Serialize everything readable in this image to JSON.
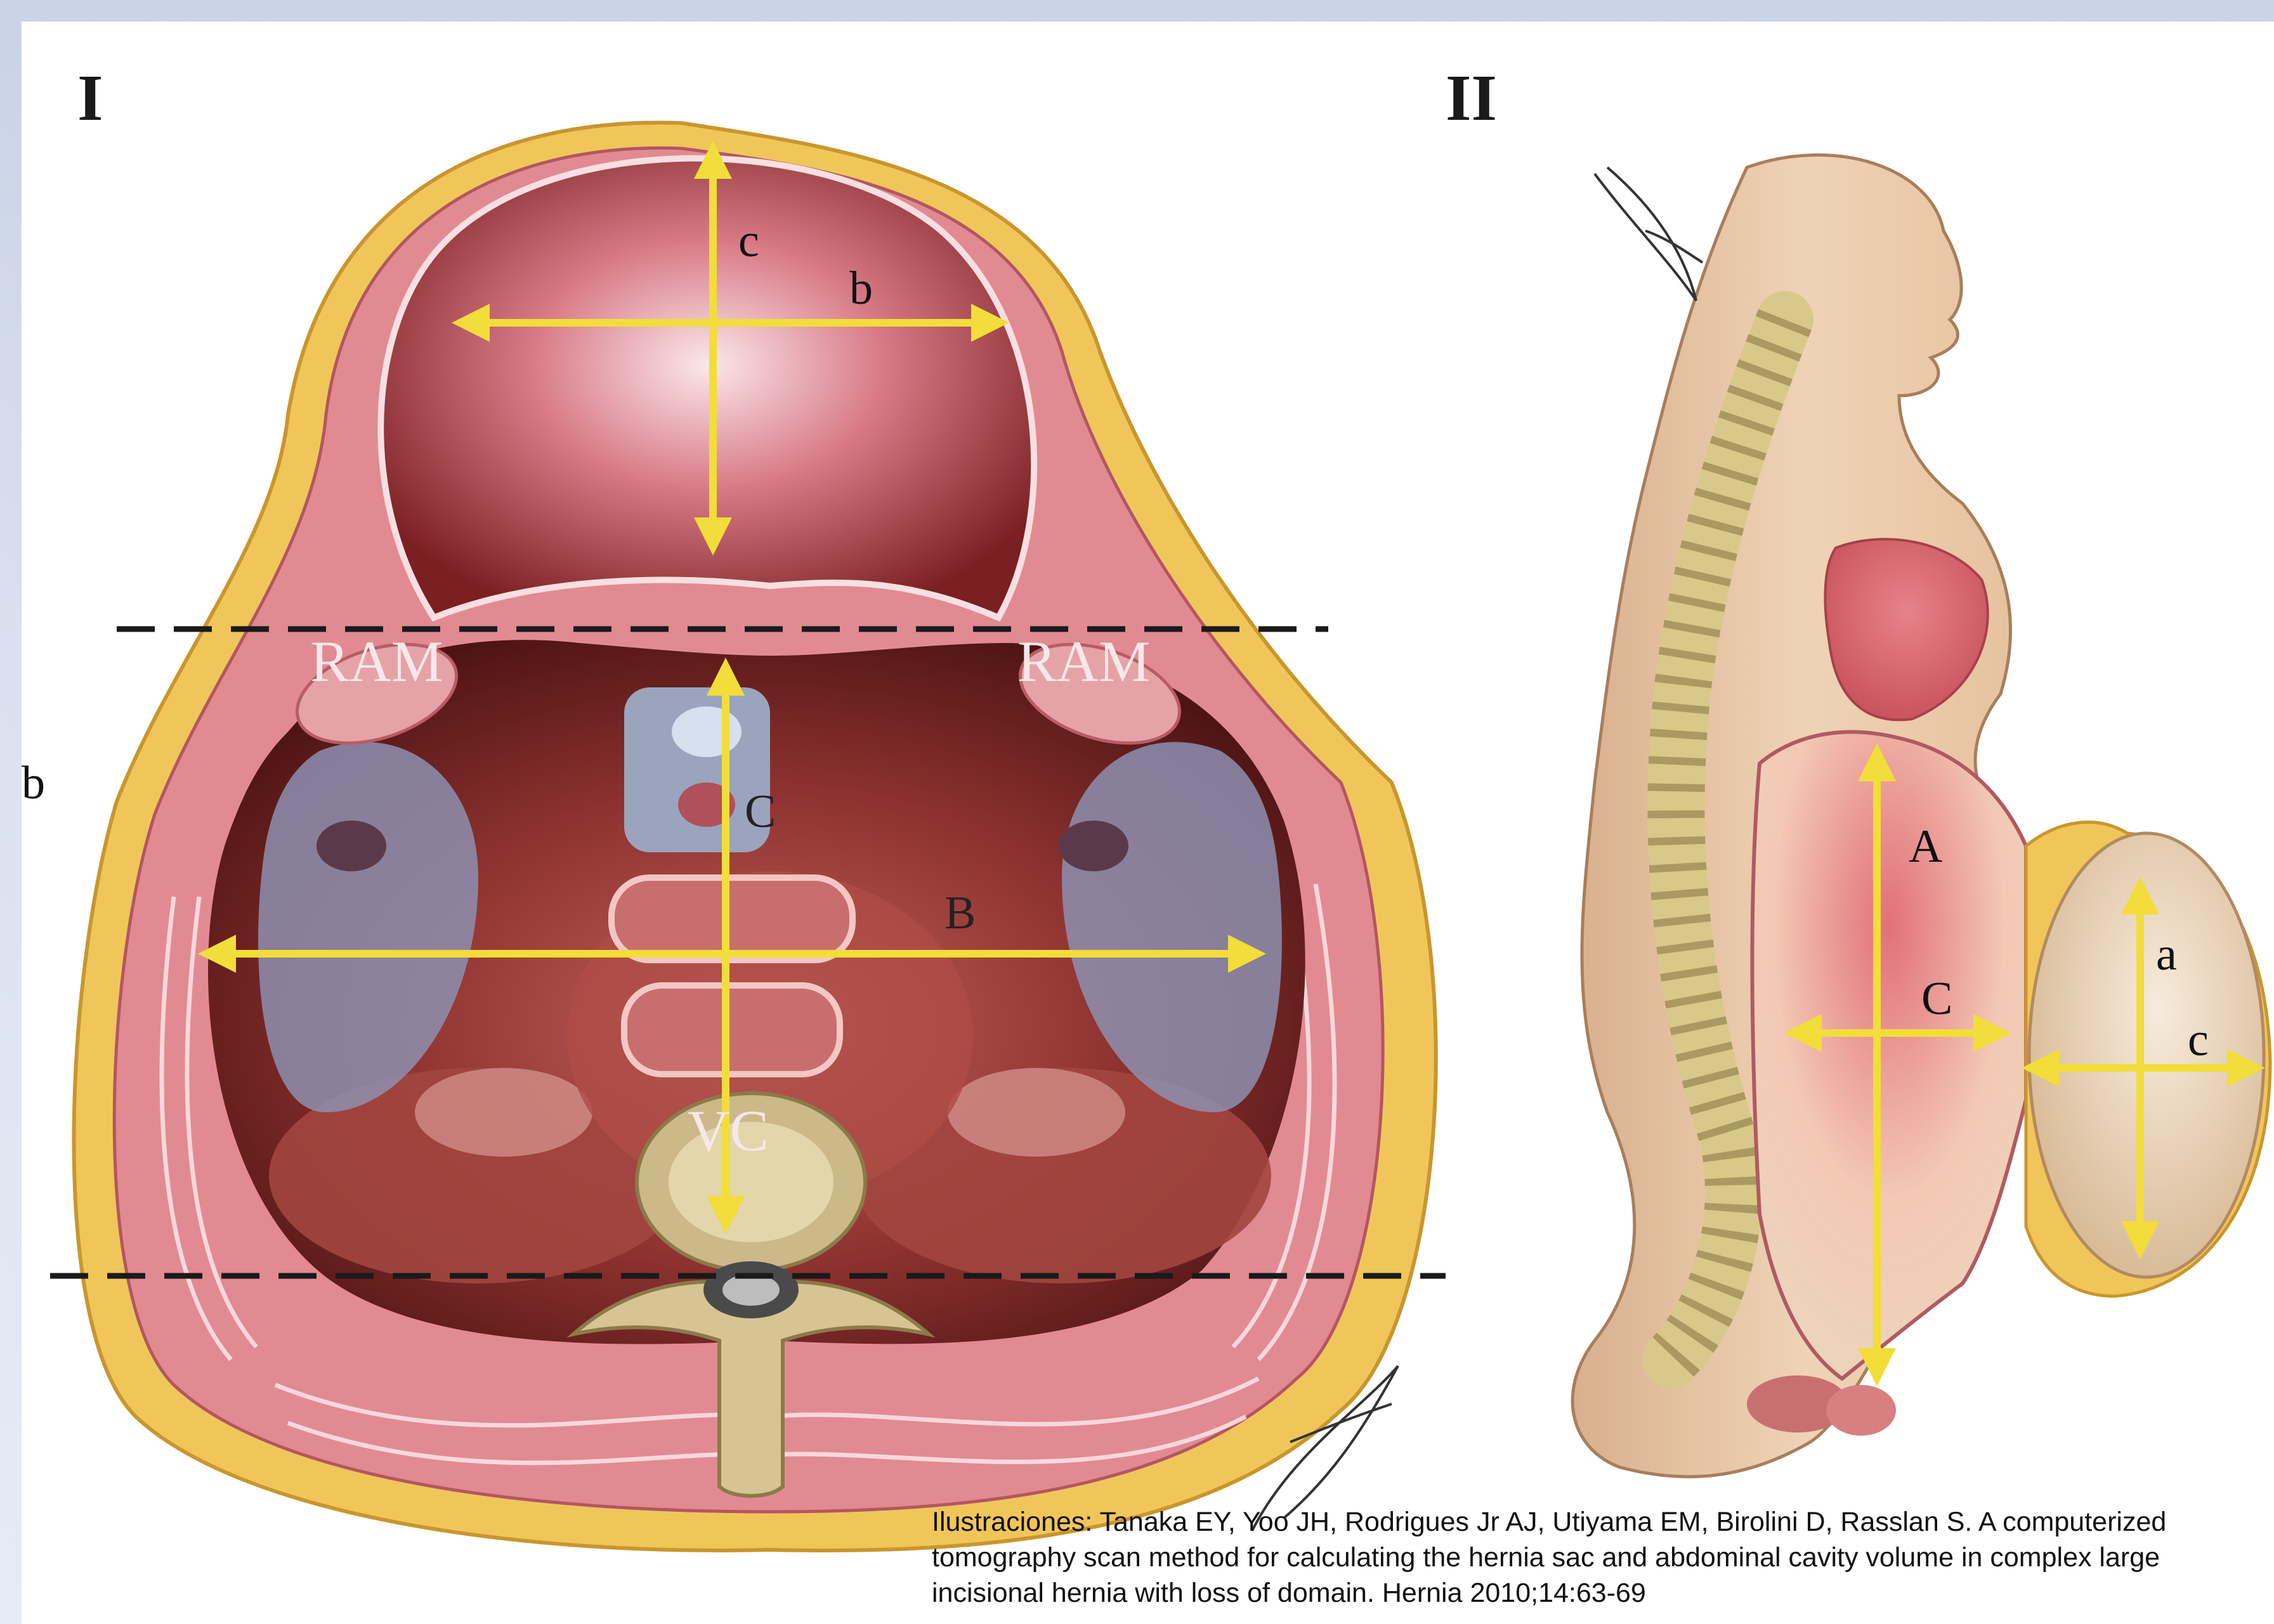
{
  "panels": {
    "left": {
      "label": "I"
    },
    "right": {
      "label": "II"
    }
  },
  "left_annotations": {
    "c_top": "c",
    "b_top": "b",
    "ram_left": "RAM",
    "ram_right": "RAM",
    "C_center": "C",
    "B_center": "B",
    "VC": "VC",
    "b_margin": "b"
  },
  "right_annotations": {
    "A": "A",
    "C": "C",
    "a": "a",
    "c": "c"
  },
  "citation": " Ilustraciones: Tanaka EY, Yoo JH, Rodrigues Jr AJ, Utiyama EM, Birolini D, Rasslan S.  A computerized tomography scan method for calculating the hernia sac and  abdominal cavity volume in complex large incisional hernia with loss of domain.  Hernia 2010;14:63-69",
  "colors": {
    "arrow": "#f2dd3a",
    "fat": "#f0c65a",
    "muscle": "#d9737c",
    "cavity": "#8a2f2a",
    "skin": "#e9c7a6",
    "bone": "#d8c98a",
    "dashed_line": "#1a1a1a"
  }
}
